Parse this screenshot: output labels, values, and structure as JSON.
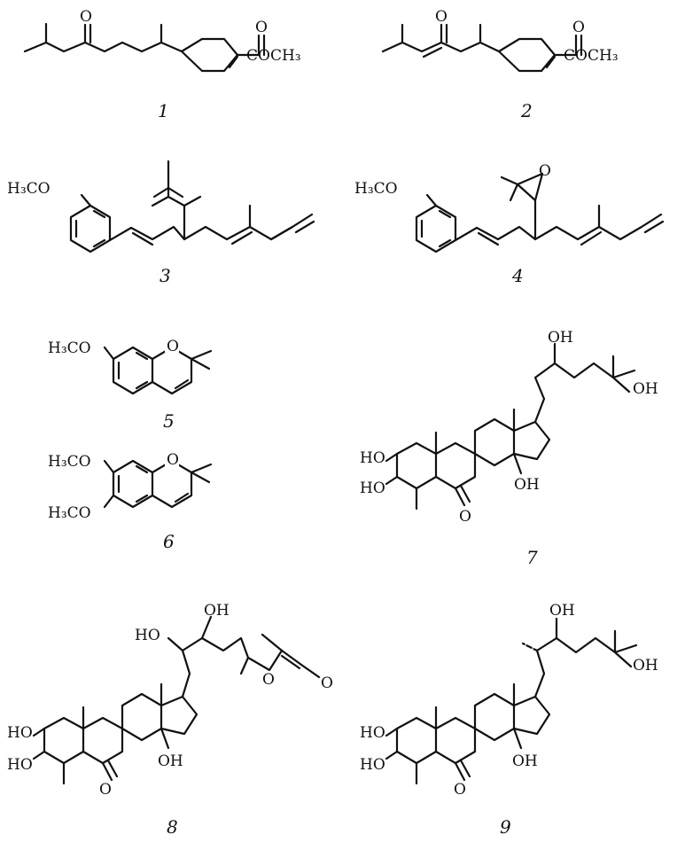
{
  "compounds": [
    {
      "number": "1",
      "labels": {
        "o_ketone": "O",
        "o_ester": "O",
        "ester": "COCH₃"
      }
    },
    {
      "number": "2",
      "labels": {
        "o_ketone": "O",
        "o_ester": "O",
        "ester": "COCH₃"
      }
    },
    {
      "number": "3",
      "labels": {
        "methoxy": "H₃CO"
      }
    },
    {
      "number": "4",
      "labels": {
        "methoxy": "H₃CO",
        "epoxide_o": "O"
      }
    },
    {
      "number": "5",
      "labels": {
        "methoxy": "H₃CO",
        "ring_o": "O"
      }
    },
    {
      "number": "6",
      "labels": {
        "methoxy1": "H₃CO",
        "methoxy2": "H₃CO",
        "ring_o": "O"
      }
    },
    {
      "number": "7",
      "labels": {
        "ho2": "HO",
        "ho3": "HO",
        "o6": "O",
        "oh14": "OH",
        "oh22": "OH",
        "oh25": "OH"
      }
    },
    {
      "number": "8",
      "labels": {
        "ho2": "HO",
        "ho3": "HO",
        "o6": "O",
        "oh14": "OH",
        "ho20": "HO",
        "oh22": "OH",
        "lactone_o": "O",
        "lactone_co": "O"
      }
    },
    {
      "number": "9",
      "labels": {
        "ho2": "HO",
        "ho3": "HO",
        "o6": "O",
        "oh14": "OH",
        "oh22": "OH",
        "oh25": "OH"
      }
    }
  ]
}
